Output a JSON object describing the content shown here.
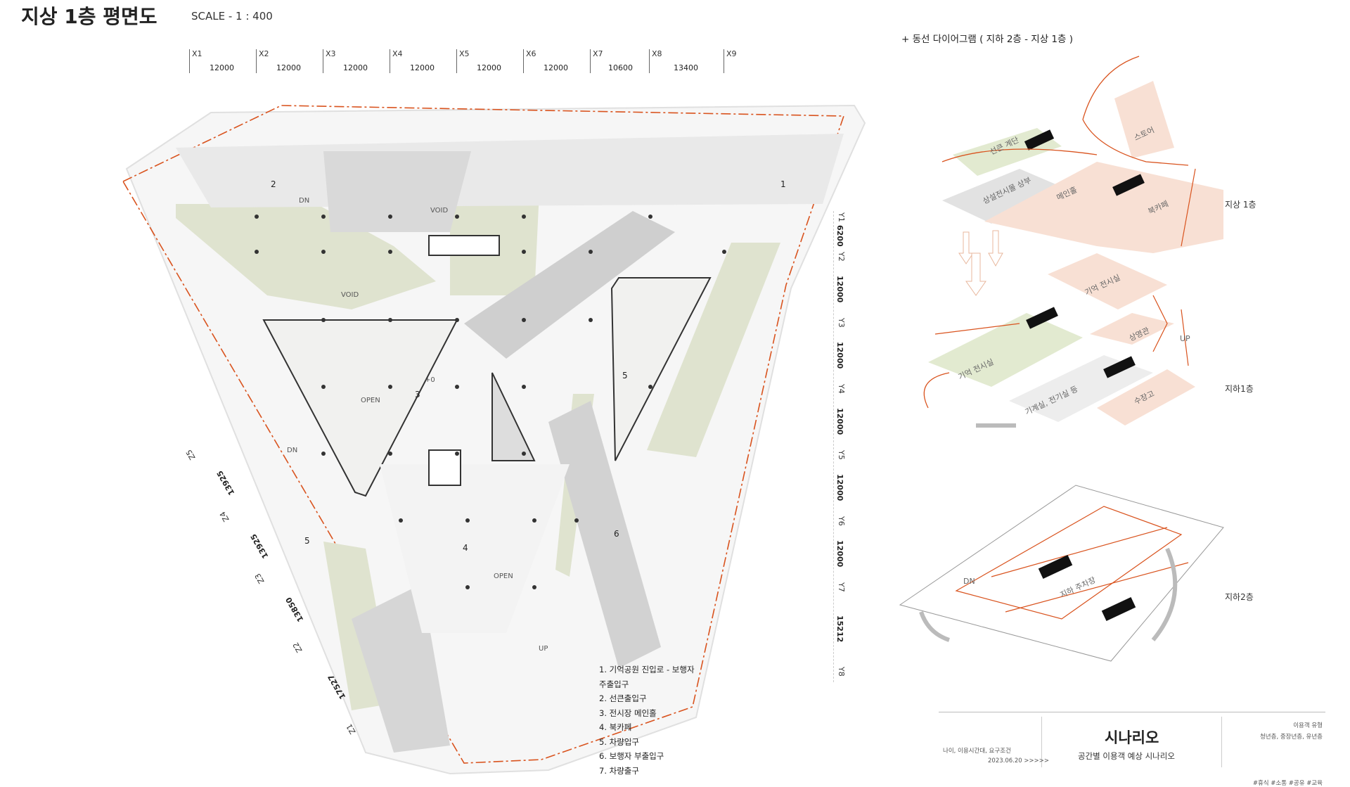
{
  "header": {
    "title": "지상 1층 평면도",
    "scale": "SCALE - 1 : 400"
  },
  "grid_x": {
    "labels": [
      "X1",
      "X2",
      "X3",
      "X4",
      "X5",
      "X6",
      "X7",
      "X8",
      "X9"
    ],
    "dims": [
      "12000",
      "12000",
      "12000",
      "12000",
      "12000",
      "12000",
      "10600",
      "13400"
    ]
  },
  "grid_y": {
    "labels": [
      "Y1",
      "Y2",
      "Y3",
      "Y4",
      "Y5",
      "Y6",
      "Y7",
      "Y8"
    ],
    "dims": [
      "6200",
      "12000",
      "12000",
      "12000",
      "12000",
      "12000",
      "15212"
    ]
  },
  "grid_z": {
    "labels": [
      "Z5",
      "Z4",
      "Z3",
      "Z2",
      "Z1"
    ],
    "dims": [
      "13925",
      "13925",
      "13850",
      "17527"
    ]
  },
  "rooms": {
    "void1": "VOID",
    "void2": "VOID",
    "open1": "OPEN",
    "open2": "OPEN",
    "dn1": "DN",
    "dn2": "DN",
    "up": "UP",
    "plus0": "+0",
    "n1": "1",
    "n2": "2",
    "n3": "3",
    "n4": "4",
    "n5a": "5",
    "n5b": "5",
    "n6": "6"
  },
  "legend": {
    "items": [
      "1. 기억공원 진입로 - 보행자",
      "주출입구",
      "2. 선큰출입구",
      "3. 전시장 메인홀",
      "4. 북카페",
      "5. 차량입구",
      "6. 보행자 부출입구",
      "7.  차량출구"
    ]
  },
  "diagram": {
    "title": "+ 동선 다이어그램 ( 지하 2층 - 지상 1층 )",
    "levels": {
      "l1": "지상 1층",
      "b1": "지하1층",
      "b2": "지하2층"
    },
    "labels": {
      "sunken": "선큰 계단",
      "store": "스토어",
      "upper": "상설전시몰 상부",
      "mainhall": "메인홀",
      "bookcafe": "북카페",
      "memory_exhibit": "기억 전시실",
      "memory_exhibit2": "기억 전시실",
      "theater": "상영관",
      "mech": "기계실, 전기실 등",
      "storage": "수장고",
      "up": "UP",
      "dn": "DN",
      "parking": "지하 주차장"
    }
  },
  "scenario": {
    "title": "시나리오",
    "subtitle": "공간별 이용객 예상 시나리오",
    "left_text": "나이, 이용시간대, 요구조건",
    "date": "2023.06.20 >>>>>",
    "right_title": "이용객 유형",
    "right_text": "청년층, 중장년층, 유년층",
    "tags": "#휴식 #소통 #공유 #교육"
  },
  "colors": {
    "accent": "#d9531e",
    "green": "#dfe3cf",
    "peach": "#f7dcd0",
    "gray": "#d4d4d4"
  }
}
